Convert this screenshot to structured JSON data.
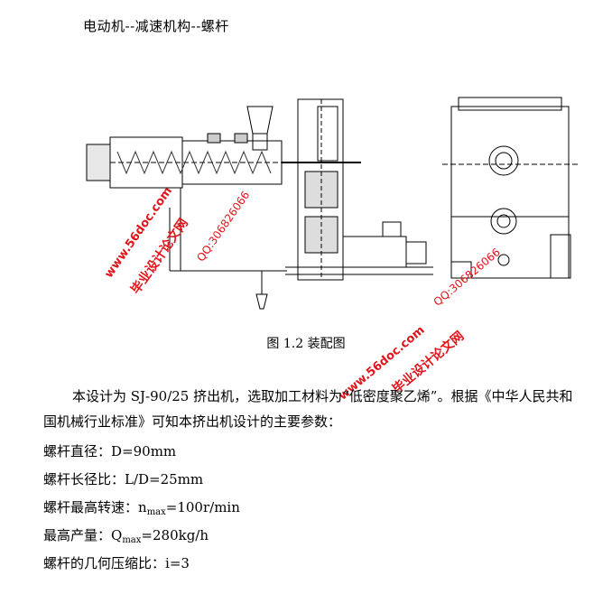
{
  "heading": "电动机--减速机构--螺杆",
  "figure": {
    "caption": "图 1.2  装配图",
    "watermarks": [
      {
        "site": "www.56doc.com",
        "name": "毕业设计论文网",
        "qq": "QQ:306826066"
      },
      {
        "site": "www.56doc.com",
        "name": "毕业设计论文网",
        "qq": "QQ:306826066"
      }
    ]
  },
  "body": {
    "paragraph": "本设计为 SJ-90/25 挤出机，选取加工材料为“低密度聚乙烯”。根据《中华人民共和国机械行业标准》可知本挤出机设计的主要参数：",
    "params": [
      {
        "label": "螺杆直径：",
        "value": "D=90mm"
      },
      {
        "label": "螺杆长径比：",
        "value": "L/D=25mm"
      },
      {
        "label": "螺杆最高转速：",
        "sym": "n",
        "sub": "max",
        "value": "=100r/min"
      },
      {
        "label": "最高产量：",
        "sym": "Q",
        "sub": "max",
        "value": "=280kg/h"
      },
      {
        "label": "螺杆的几何压缩比：",
        "value": "i=3"
      }
    ]
  }
}
